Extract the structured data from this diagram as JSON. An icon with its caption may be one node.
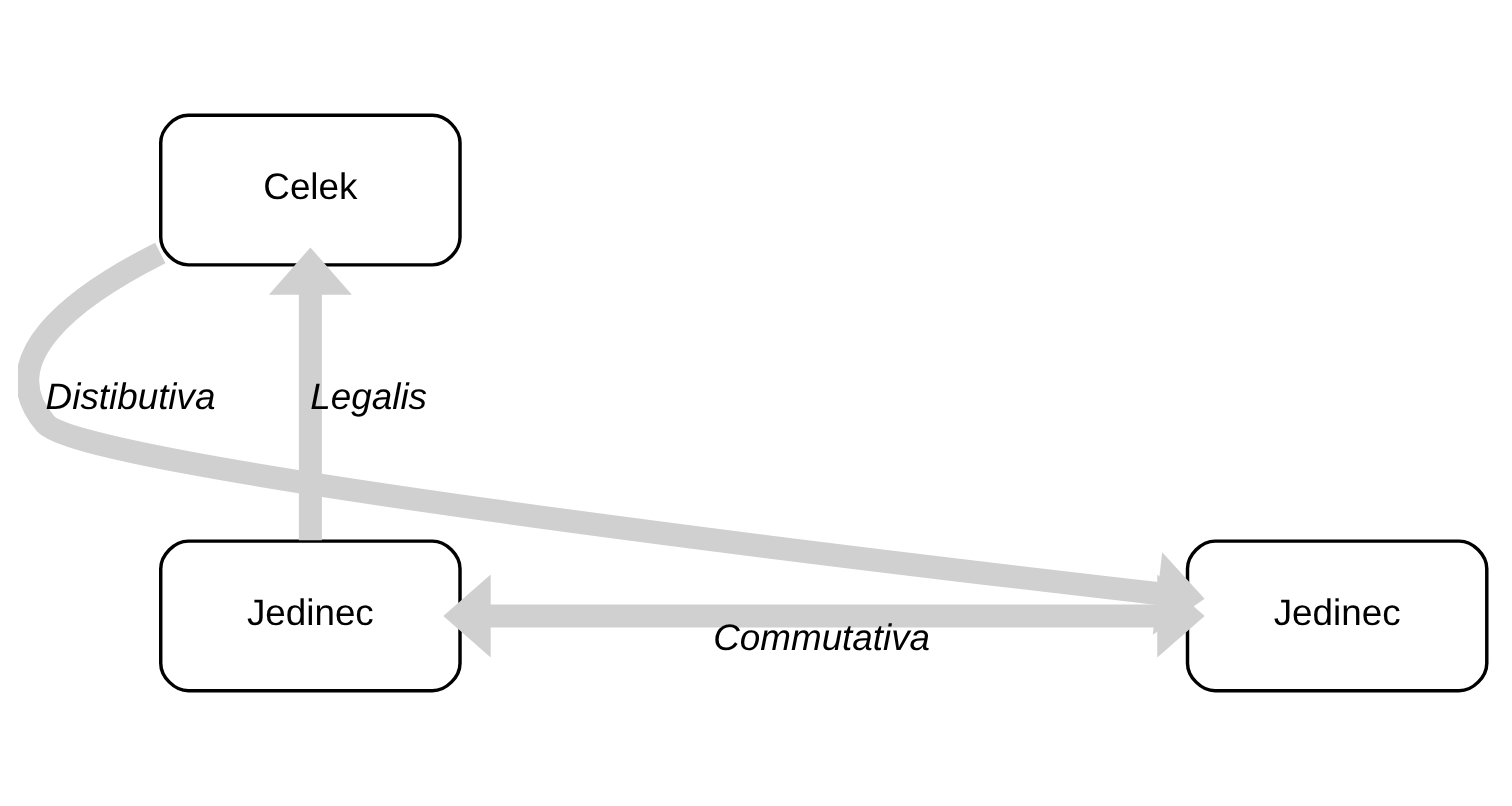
{
  "diagram": {
    "nodes": [
      {
        "text": [
          "Celek"
        ]
      },
      {
        "text": [
          "Jedinec"
        ]
      },
      {
        "text": [
          "Jedinec"
        ]
      }
    ],
    "edges": [
      {
        "from": 1,
        "to": 0,
        "arrow": "to",
        "label": "Legalis"
      },
      {
        "from": 0,
        "to": 2,
        "arrow": "to",
        "label": "Distibutiva"
      },
      {
        "from": 1,
        "to": 2,
        "arrow": "both",
        "label": "Commutativa"
      }
    ]
  }
}
